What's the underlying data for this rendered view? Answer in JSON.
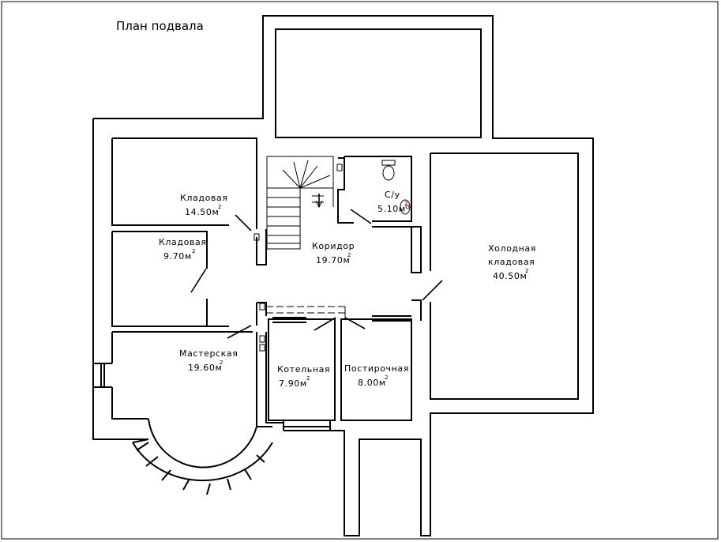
{
  "title": "План подвала",
  "rooms": [
    {
      "name": "Кладовая",
      "area": "14.50м",
      "unit_power": "2"
    },
    {
      "name": "Кладовая",
      "area": "9.70м",
      "unit_power": "2"
    },
    {
      "name": "С/у",
      "area": "5.10м",
      "unit_power": "2"
    },
    {
      "name": "Коридор",
      "area": "19.70м",
      "unit_power": "2"
    },
    {
      "name_line1": "Холодная",
      "name_line2": "кладовая",
      "area": "40.50м",
      "unit_power": "2"
    },
    {
      "name": "Мастерская",
      "area": "19.60м",
      "unit_power": "2"
    },
    {
      "name": "Котельная",
      "area": "7.90м",
      "unit_power": "2"
    },
    {
      "name": "Постирочная",
      "area": "8.00м",
      "unit_power": "2"
    }
  ],
  "colors": {
    "line": "#000000",
    "background": "#ffffff",
    "fixture_accent": "#cc0000"
  }
}
